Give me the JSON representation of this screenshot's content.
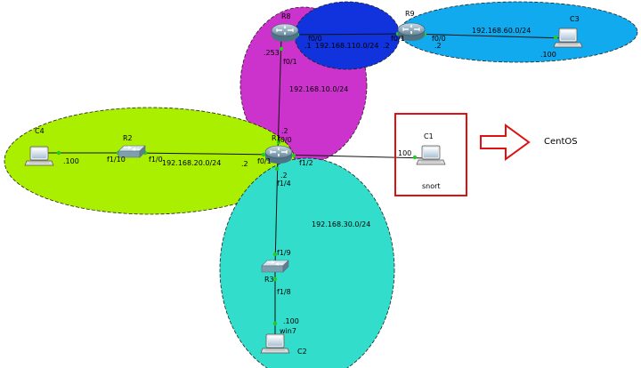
{
  "diagram": {
    "nodes": {
      "r8": {
        "name": "R8",
        "icon": "router-icon"
      },
      "r9": {
        "name": "R9",
        "icon": "router-icon"
      },
      "r1": {
        "name": "R1",
        "icon": "router-icon"
      },
      "r2": {
        "name": "R2",
        "icon": "switch-icon"
      },
      "r3": {
        "name": "R3",
        "icon": "switch-icon"
      },
      "c1": {
        "name": "C1",
        "icon": "pc-icon"
      },
      "c2": {
        "name": "C2",
        "icon": "pc-icon"
      },
      "c3": {
        "name": "C3",
        "icon": "pc-icon"
      },
      "c4": {
        "name": "C4",
        "icon": "pc-icon"
      }
    },
    "c1_sublabel": "snort",
    "c2_sublabel": "win7",
    "networks": {
      "n110": "192.168.110.0/24",
      "n60": "192.168.60.0/24",
      "n10": "192.168.10.0/24",
      "n20": "192.168.20.0/24",
      "n30": "192.168.30.0/24"
    },
    "iface": {
      "r8_253": ".253",
      "r8_f0_1": "f0/1",
      "r8_f0_0": "f0/0",
      "r8_1": ".1",
      "r9_f0_1": "f0/1",
      "r9_2a": ".2",
      "r9_f0_0": "f0/0",
      "r9_2b": ".2",
      "c3_100": ".100",
      "r1_2_top": ".2",
      "r1_f0_0": "f0/0",
      "r1_f0_1": "f0/1",
      "r1_2_left": ".2",
      "r1_f1_2": "f1/2",
      "r1_2_bot": ".2",
      "r1_f1_4": "f1/4",
      "r2_f1_10": "f1/10",
      "r2_f1_0": "f1/0",
      "c4_100": ".100",
      "c1_100": "100",
      "r3_f1_9": "f1/9",
      "r3_f1_8": "f1/8",
      "c2_100": ".100"
    },
    "callout": "CentOS",
    "colors": {
      "pink": "#cc33cc",
      "blue": "#1133dd",
      "sky": "#11aaee",
      "lime": "#aaee00",
      "teal": "#33ddcc",
      "highlight": "#dd1111",
      "link_dot": "#22cc22"
    }
  }
}
